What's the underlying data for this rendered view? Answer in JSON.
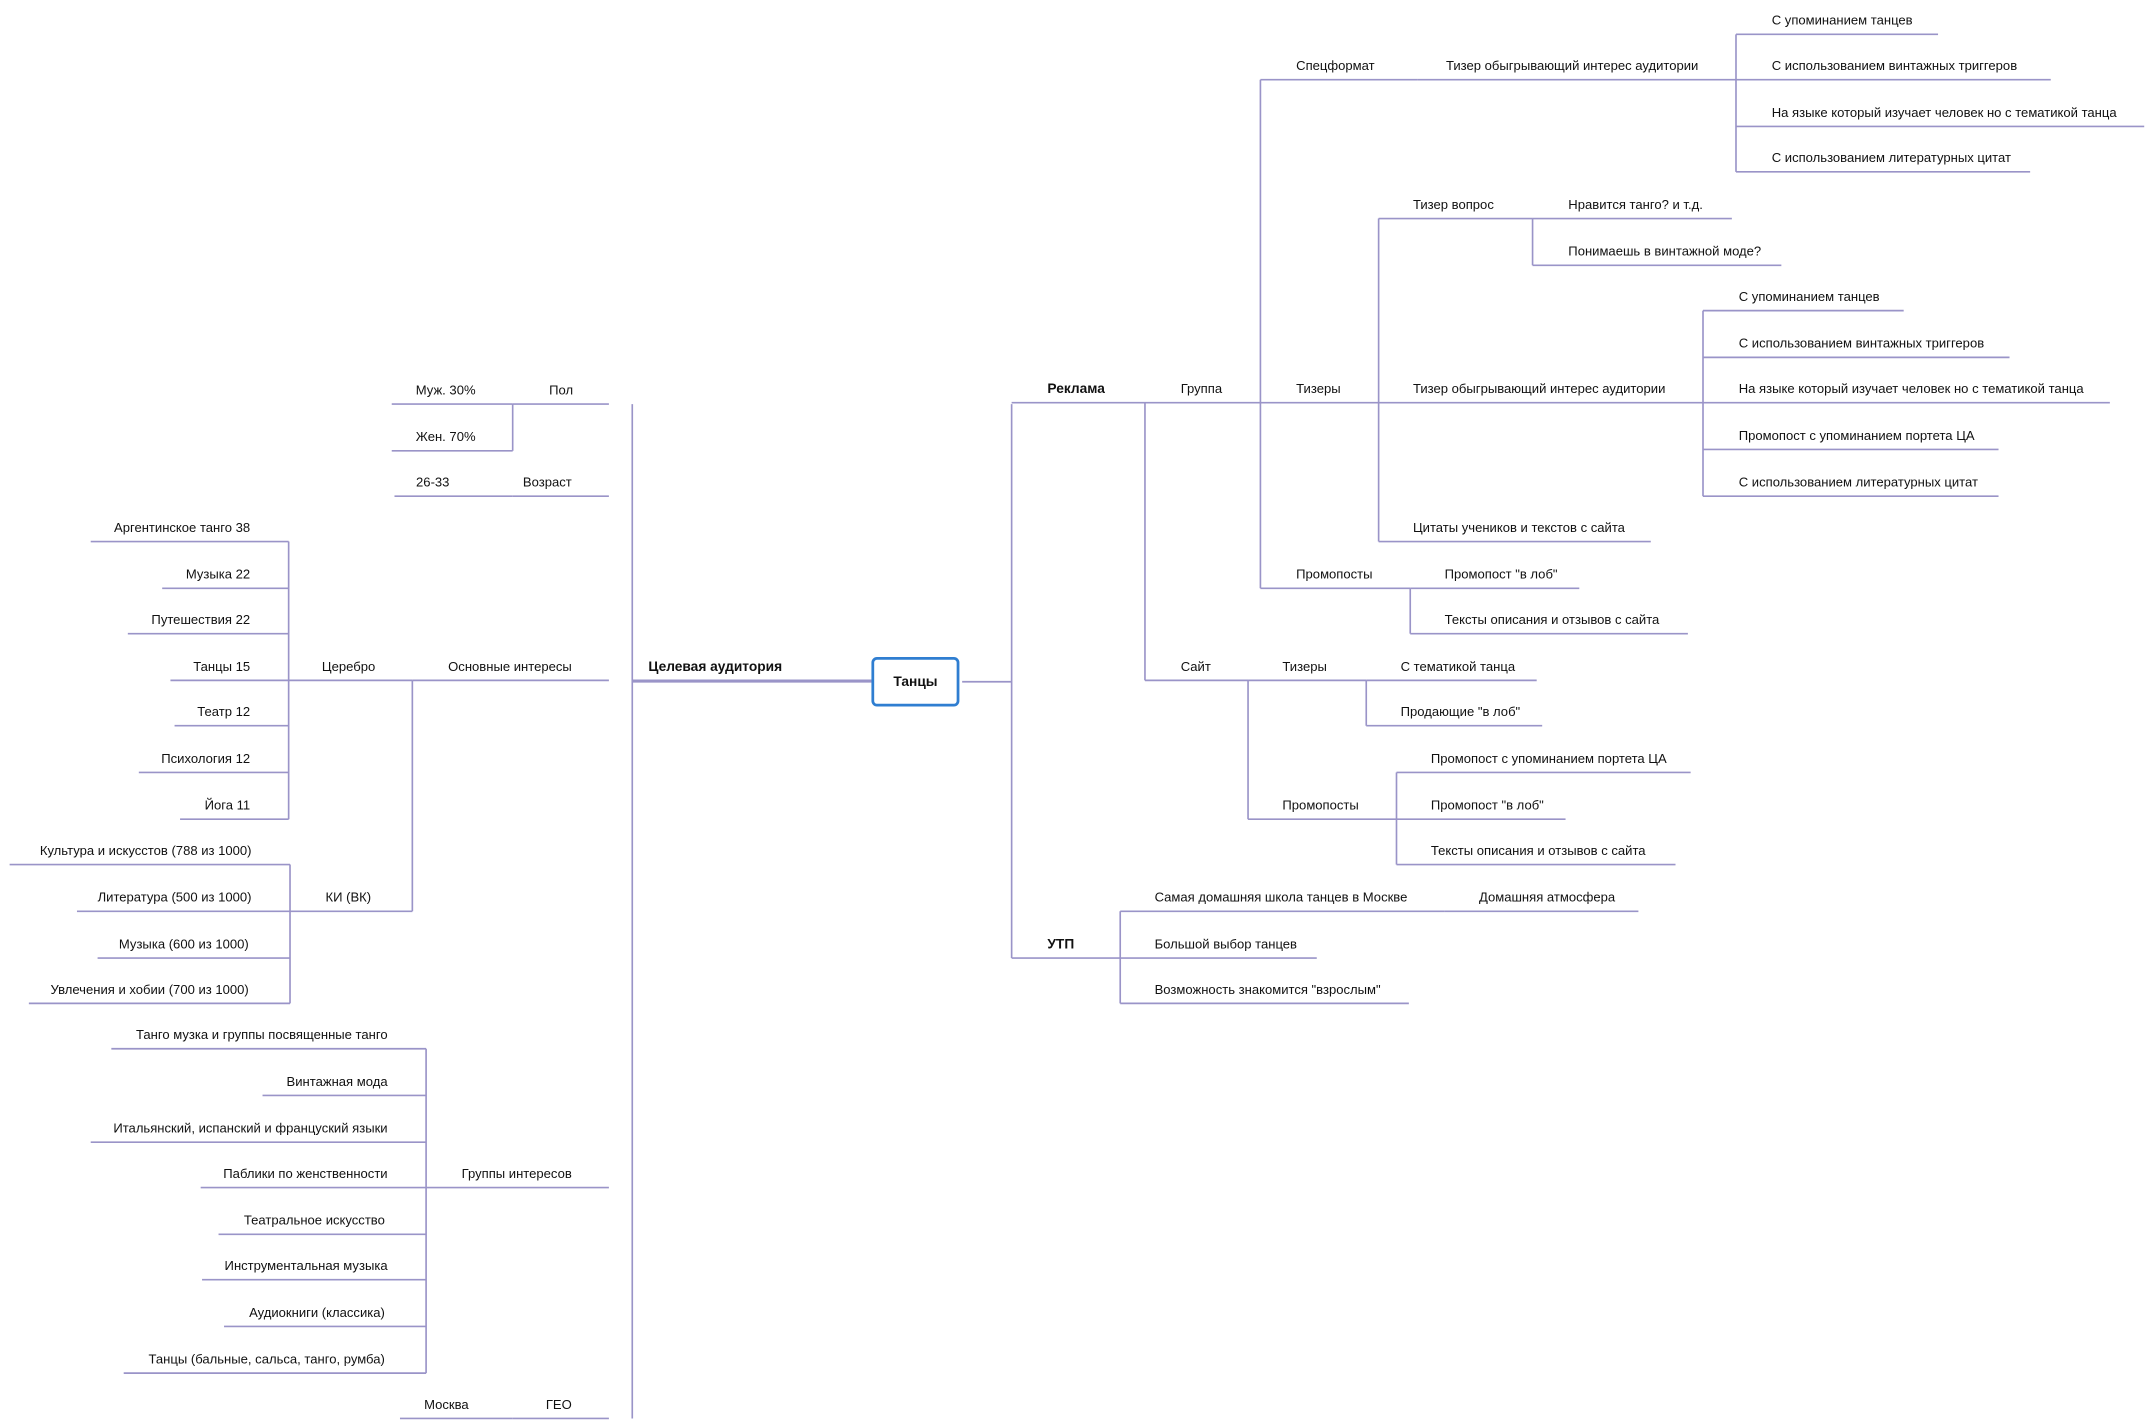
{
  "root": "Танцы",
  "colors": {
    "connector": "#9a94c8",
    "root_border": "#2f7ed1"
  },
  "tree": {
    "left": [
      {
        "label": "Целевая аудитория",
        "children": [
          {
            "label": "Пол",
            "children": [
              {
                "label": "Муж. 30%"
              },
              {
                "label": "Жен. 70%"
              }
            ]
          },
          {
            "label": "Возраст",
            "children": [
              {
                "label": "26-33"
              }
            ]
          },
          {
            "label": "Основные интересы",
            "children": [
              {
                "label": "Церебро",
                "children": [
                  {
                    "label": "Аргентинское танго 38"
                  },
                  {
                    "label": "Музыка 22"
                  },
                  {
                    "label": "Путешествия 22"
                  },
                  {
                    "label": "Танцы 15"
                  },
                  {
                    "label": "Театр 12"
                  },
                  {
                    "label": "Психология 12"
                  },
                  {
                    "label": "Йога 11"
                  }
                ]
              },
              {
                "label": "КИ (ВК)",
                "children": [
                  {
                    "label": "Культура и искусстов (788  из 1000)"
                  },
                  {
                    "label": "Литература (500 из 1000)"
                  },
                  {
                    "label": "Музыка (600 из 1000)"
                  },
                  {
                    "label": "Увлечения и хобии (700 из 1000)"
                  }
                ]
              }
            ]
          },
          {
            "label": "Группы интересов",
            "children": [
              {
                "label": "Танго музка и группы посвященные танго"
              },
              {
                "label": "Винтажная мода"
              },
              {
                "label": "Итальянский, испанский и француский языки"
              },
              {
                "label": "Паблики по женственности"
              },
              {
                "label": "Театральное искусство"
              },
              {
                "label": "Инструментальная музыка"
              },
              {
                "label": "Аудиокниги (классика)"
              },
              {
                "label": "Танцы (бальные, сальса, танго, румба)"
              }
            ]
          },
          {
            "label": "ГЕО",
            "children": [
              {
                "label": "Москва"
              }
            ]
          }
        ]
      }
    ],
    "right": [
      {
        "label": "Реклама",
        "children": [
          {
            "label": "Группа",
            "children": [
              {
                "label": "Спецформат",
                "children": [
                  {
                    "label": "Тизер обыгрывающий интерес аудитории",
                    "children": [
                      {
                        "label": "С упоминанием танцев"
                      },
                      {
                        "label": "С использованием винтажных триггеров"
                      },
                      {
                        "label": "На языке который изучает человек но с тематикой танца"
                      },
                      {
                        "label": "С использованием литературных цитат"
                      }
                    ]
                  }
                ]
              },
              {
                "label": "Тизеры",
                "children": [
                  {
                    "label": "Тизер вопрос",
                    "children": [
                      {
                        "label": "Нравится танго? и т.д."
                      },
                      {
                        "label": "Понимаешь в винтажной моде?"
                      }
                    ]
                  },
                  {
                    "label": "Тизер обыгрывающий интерес аудитории",
                    "children": [
                      {
                        "label": "С упоминанием танцев"
                      },
                      {
                        "label": "С использованием винтажных триггеров"
                      },
                      {
                        "label": "На языке который изучает человек но с тематикой танца"
                      },
                      {
                        "label": "Промопост с упоминанием портета ЦА"
                      },
                      {
                        "label": "С использованием литературных цитат"
                      }
                    ]
                  },
                  {
                    "label": "Цитаты учеников и текстов с сайта"
                  }
                ]
              },
              {
                "label": "Промопосты",
                "children": [
                  {
                    "label": "Промопост \"в лоб\""
                  },
                  {
                    "label": "Тексты описания и отзывов с сайта"
                  }
                ]
              }
            ]
          },
          {
            "label": "Сайт",
            "children": [
              {
                "label": "Тизеры",
                "children": [
                  {
                    "label": "С тематикой танца"
                  },
                  {
                    "label": "Продающие \"в лоб\""
                  }
                ]
              },
              {
                "label": "Промопосты",
                "children": [
                  {
                    "label": "Промопост с упоминанием портета ЦА"
                  },
                  {
                    "label": "Промопост \"в лоб\""
                  },
                  {
                    "label": "Тексты описания и отзывов с сайта"
                  }
                ]
              }
            ]
          }
        ]
      },
      {
        "label": "УТП",
        "children": [
          {
            "label": "Самая домашняя школа танцев в Москве",
            "children": [
              {
                "label": "Домашняя атмосфера"
              }
            ]
          },
          {
            "label": "Большой выбор танцев"
          },
          {
            "label": "Возможность знакомится \"взрослым\""
          }
        ]
      }
    ]
  }
}
